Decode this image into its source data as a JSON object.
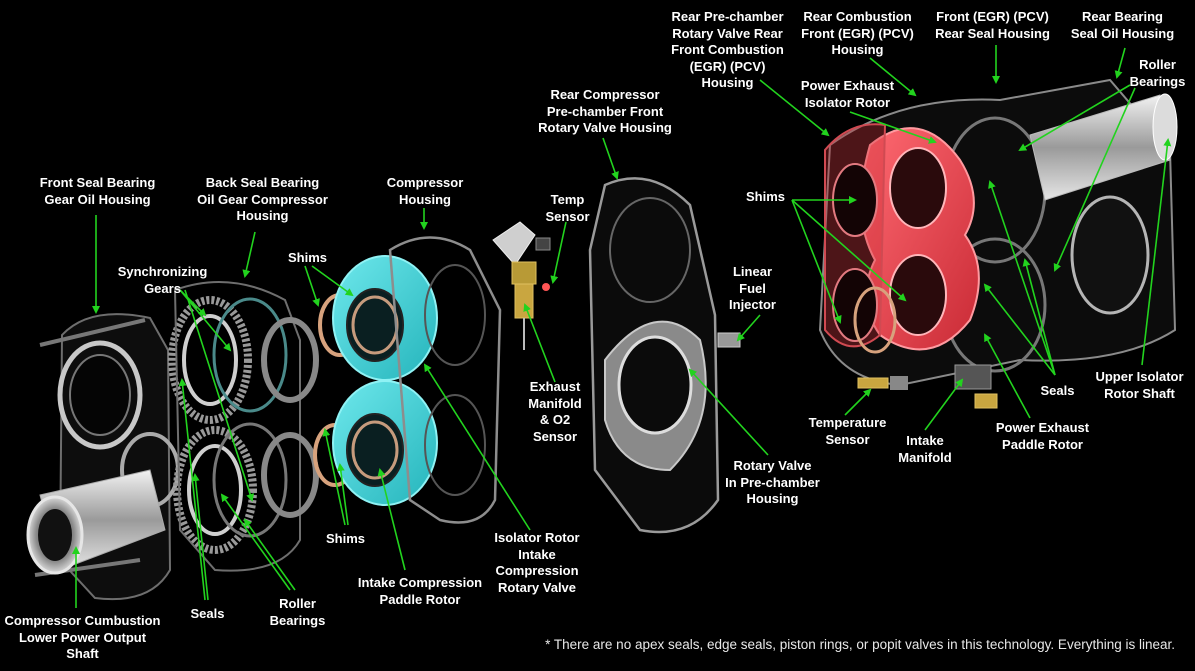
{
  "colors": {
    "background": "#000000",
    "label_text": "#ffffff",
    "leader_line": "#22d31e",
    "intake_rotor": "#39d0d6",
    "power_rotor": "#f0444e",
    "housing_outline": "#9a9a9a",
    "metal": "#c8c8c8"
  },
  "labels": {
    "front_seal_bearing": "Front Seal Bearing\nGear Oil Housing",
    "back_seal_bearing": "Back Seal Bearing\nOil Gear Compressor\nHousing",
    "synchronizing_gears": "Synchronizing\nGears",
    "shims_left_top": "Shims",
    "compressor_housing": "Compressor\nHousing",
    "rear_compressor": "Rear Compressor\nPre-chamber Front\nRotary Valve Housing",
    "temp_sensor": "Temp\nSensor",
    "exhaust_manifold": "Exhaust\nManifold\n& O2\nSensor",
    "linear_fuel_injector": "Linear\nFuel\nInjector",
    "rotary_valve_prechamber": "Rotary Valve\nIn Pre-chamber\nHousing",
    "isolator_rotor_intake": "Isolator Rotor\nIntake\nCompression\nRotary Valve",
    "intake_compression_paddle": "Intake Compression\nPaddle Rotor",
    "shims_left_bottom": "Shims",
    "seals_left": "Seals",
    "roller_bearings_left": "Roller\nBearings",
    "compressor_output_shaft": "Compressor Cumbustion\nLower Power Output\nShaft",
    "rear_prechamber": "Rear Pre-chamber\nRotary Valve Rear\nFront Combustion\n(EGR) (PCV)\nHousing",
    "rear_combustion": "Rear Combustion\nFront (EGR) (PCV)\nHousing",
    "front_egr_pcv": "Front (EGR) (PCV)\nRear Seal Housing",
    "rear_bearing": "Rear Bearing\nSeal Oil Housing",
    "roller_bearings_right": "Roller\nBearings",
    "power_exhaust_isolator": "Power Exhaust\nIsolator Rotor",
    "shims_right": "Shims",
    "seals_right": "Seals",
    "upper_isolator": "Upper Isolator\nRotor Shaft",
    "temperature_sensor": "Temperature\nSensor",
    "intake_manifold": "Intake\nManifold",
    "power_exhaust_paddle": "Power Exhaust\nPaddle Rotor"
  },
  "footnote": "* There are no apex seals, edge seals, piston rings, or popit valves in this technology. Everything is linear."
}
